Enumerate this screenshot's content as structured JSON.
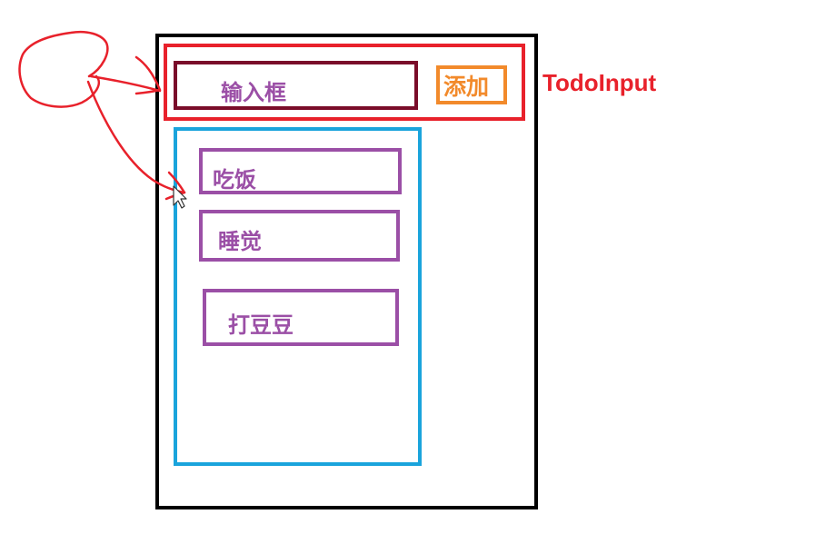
{
  "input": {
    "label": "输入框",
    "add_button_label": "添加"
  },
  "component_name": "TodoInput",
  "todos": [
    {
      "text": "吃饭"
    },
    {
      "text": "睡觉"
    },
    {
      "text": "打豆豆"
    }
  ],
  "colors": {
    "frame": "#000000",
    "todo_input_border": "#e8212b",
    "input_border": "#7a0d2a",
    "add_button": "#f28a2b",
    "list_border": "#1aa4dc",
    "item": "#9b4fa6",
    "annotation": "#e8212b"
  }
}
